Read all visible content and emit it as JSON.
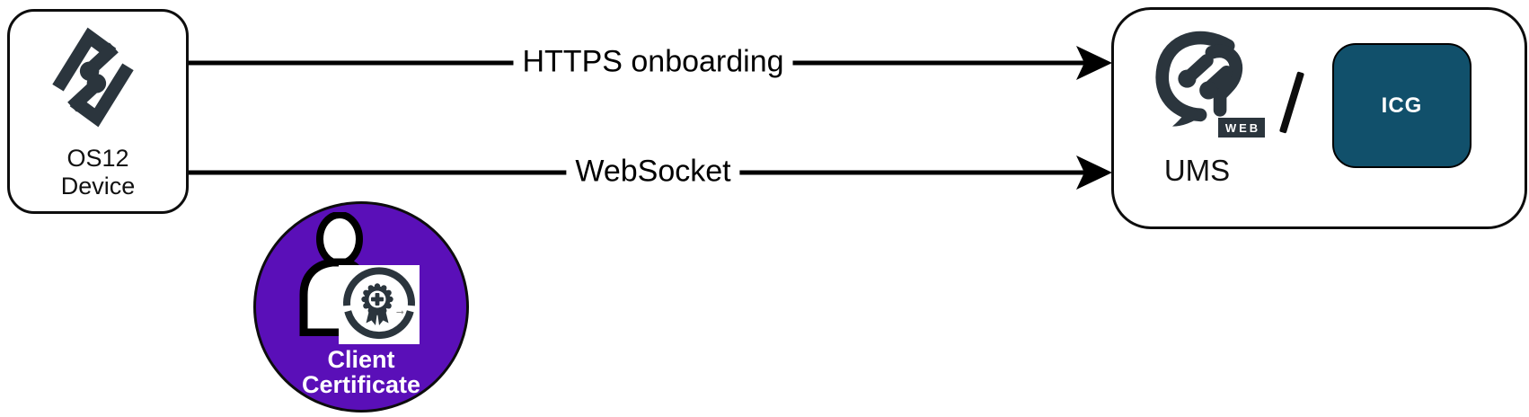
{
  "diagram": {
    "device_node": {
      "label_line1": "OS12",
      "label_line2": "Device"
    },
    "connections": [
      {
        "label": "HTTPS onboarding"
      },
      {
        "label": "WebSocket"
      }
    ],
    "certificate_node": {
      "label_line1": "Client",
      "label_line2": "Certificate"
    },
    "ums_node": {
      "label": "UMS",
      "separator": "/",
      "web_badge": "WEB",
      "icg_label": "ICG"
    },
    "colors": {
      "logo_dark": "#2b353d",
      "certificate_purple": "#5a0fb8",
      "icg_teal": "#11506b",
      "arrow_black": "#000000"
    }
  }
}
